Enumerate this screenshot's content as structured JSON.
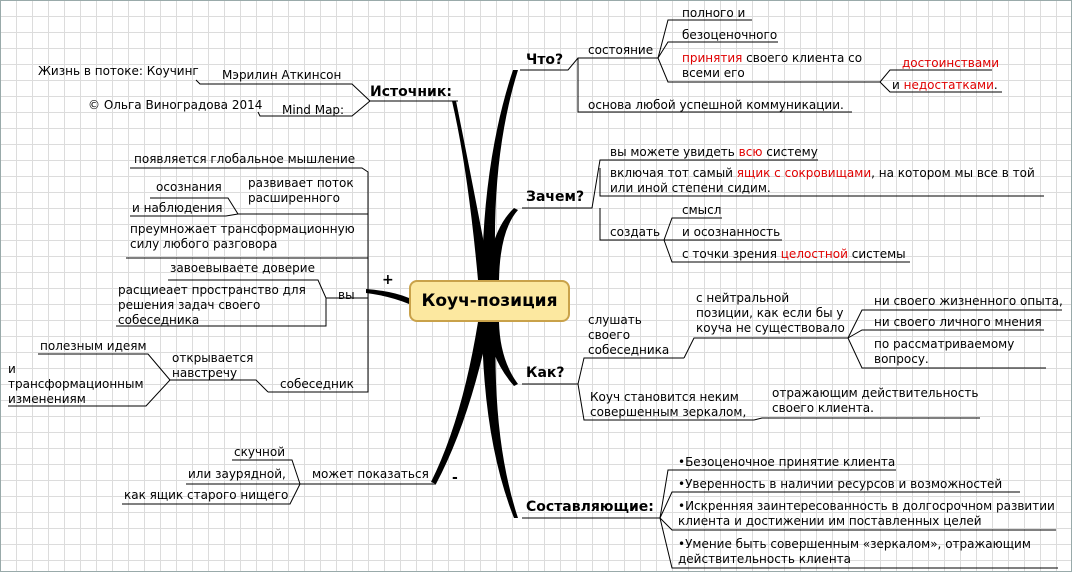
{
  "center": "Коуч-позиция",
  "source": {
    "title": "Источник:",
    "author": "Мэрилин Аткинсон",
    "book": "Жизнь в потоке: Коучинг",
    "mindmap": "Mind Map:",
    "copyright": "© Ольга Виноградова 2014"
  },
  "plus": {
    "sign": "+",
    "global": "появляется глобальное мышление",
    "expand": [
      "развивает поток",
      "расширенного"
    ],
    "awareness": "осознания",
    "observation": "и наблюдения",
    "multiplies": [
      "преумножает трансформационную",
      "силу любого разговора"
    ],
    "you": "вы",
    "trust": "завоевываете доверие",
    "space": [
      "расщиеает пространство для",
      "решения задач своего",
      "собеседника"
    ],
    "interlocutor": "собеседник",
    "opens": [
      "открывается",
      "навстречу"
    ],
    "ideas": "полезным идеям",
    "transform": [
      "и",
      "трансформационным",
      "изменениям"
    ]
  },
  "minus": {
    "sign": "-",
    "seem": "может показаться",
    "boring": "скучной",
    "ordinary": "или заурядной,",
    "box": "как ящик старого нищего"
  },
  "what": {
    "title": "Что?",
    "state": "состояние",
    "full": "полного и",
    "nonjudg": "безоценочного",
    "accept_red": "принятия",
    "accept_rest": " своего клиента со",
    "accept_line2": "всеми его",
    "merits": "достоинствами",
    "and": "и ",
    "flaws": "недостатками",
    "dot": ".",
    "basis": "основа  любой успешной коммуникации."
  },
  "why": {
    "title": "Зачем?",
    "see_a": "вы можете увидеть ",
    "see_red": "всю",
    "see_b": " систему",
    "incl_a": "включая тот самый ",
    "incl_red": "ящик с сокровищами",
    "incl_b": ", на котором мы все в той",
    "incl_line2": "или иной степени сидим.",
    "create": "создать",
    "meaning": "смысл",
    "aware": "и осознанность",
    "view_a": "с точки зрения ",
    "view_red": "целостной",
    "view_b": " системы"
  },
  "how": {
    "title": "Как?",
    "listen": [
      "слушать",
      "своего",
      "собеседника"
    ],
    "neutral": [
      "с нейтральной",
      "позиции, как если бы у",
      "коуча не существовало"
    ],
    "noexp": "ни своего жизненного опыта,",
    "noopinion": "ни своего личного мнения",
    "topic": [
      "по рассматриваемому",
      "вопросу."
    ],
    "mirror": [
      "Коуч становится неким",
      "совершенным зеркалом,"
    ],
    "reflect": [
      "отражающим действительность",
      "своего клиента."
    ]
  },
  "components": {
    "title": "Составляющие:",
    "items": [
      [
        "•Безоценочное принятие клиента"
      ],
      [
        "•Уверенность в наличии ресурсов и возможностей"
      ],
      [
        "•Искренняя заинтересованность в долгосрочном развитии",
        "клиента и достижении им поставленных целей"
      ],
      [
        "•Умение быть совершенным «зеркалом», отражающим",
        "действительность клиента"
      ]
    ]
  }
}
